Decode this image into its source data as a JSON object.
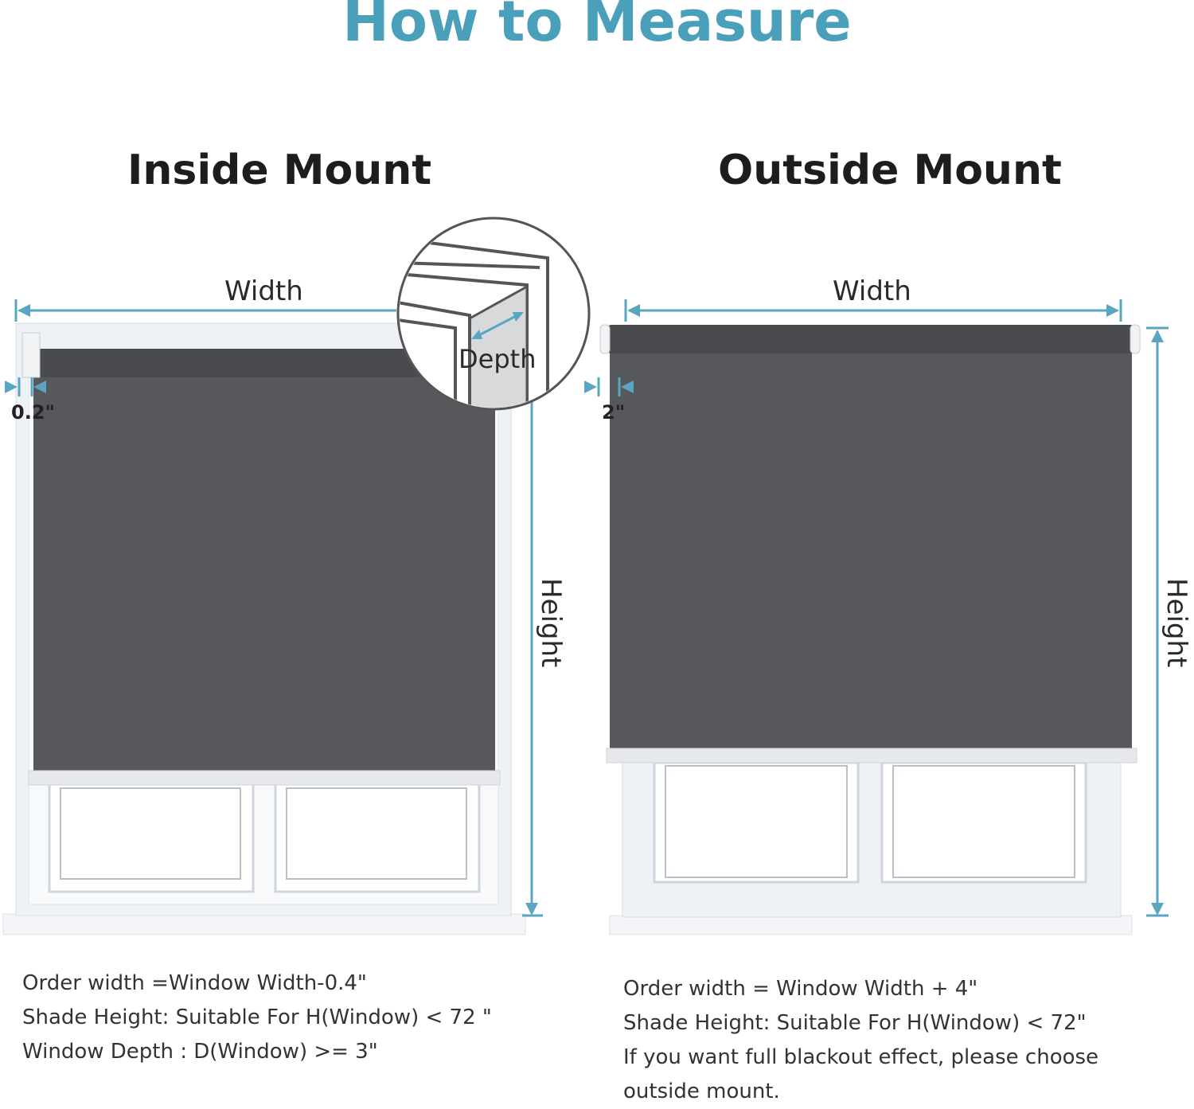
{
  "title": "How to Measure",
  "colors": {
    "title": "#4a9fba",
    "accent": "#5aa6c2",
    "shade": "#57585b",
    "frame": "#e9edf2"
  },
  "inside": {
    "heading": "Inside Mount",
    "width_label": "Width",
    "height_label": "Height",
    "offset_label": "0.2\"",
    "depth_label": "Depth",
    "notes": [
      "Order width =Window Width-0.4\"",
      "Shade Height: Suitable For H(Window) < 72 \"",
      "Window Depth : D(Window) >= 3\""
    ]
  },
  "outside": {
    "heading": "Outside Mount",
    "width_label": "Width",
    "height_label": "Height",
    "offset_label": "2\"",
    "notes": [
      "Order width = Window Width + 4\"",
      "Shade Height: Suitable For H(Window) < 72\"",
      "If you want full blackout effect, please choose",
      "outside mount."
    ]
  }
}
